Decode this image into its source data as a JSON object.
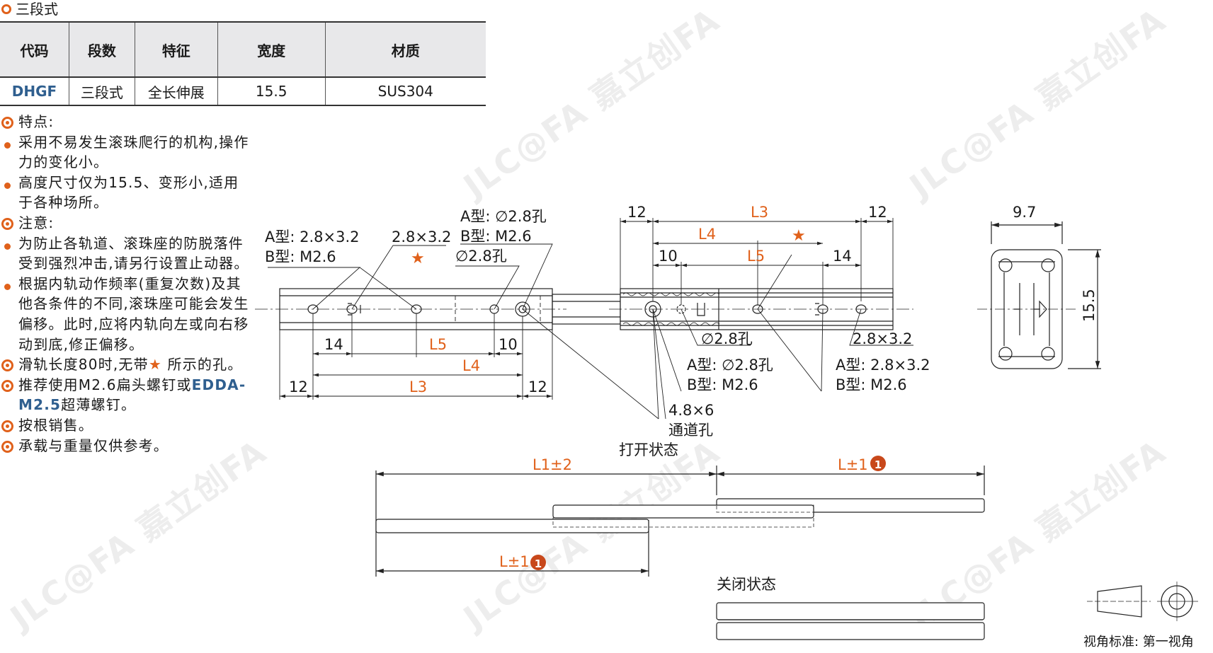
{
  "section_title": "三段式",
  "table": {
    "headers": [
      "代码",
      "段数",
      "特征",
      "宽度",
      "材质"
    ],
    "row": [
      "DHGF",
      "三段式",
      "全长伸展",
      "15.5",
      "SUS304"
    ]
  },
  "notes": {
    "features_title": "特点:",
    "features": [
      "采用不易发生滚珠爬行的机构,操作力的变化小。",
      "高度尺寸仅为15.5、变形小,适用于各种场所。"
    ],
    "caution_title": "注意:",
    "cautions": [
      "为防止各轨道、滚珠座的防脱落件受到强烈冲击,请另行设置止动器。",
      "根据内轨动作频率(重复次数)及其他各条件的不同,滚珠座可能会发生偏移。此时,应将内轨向左或向右移动到底,修正偏移。"
    ],
    "length80_a": "滑轨长度80时,无带",
    "length80_b": "所示的孔。",
    "star": "★",
    "screw_a": "推荐使用M2.6扁头螺钉或",
    "screw_b": "EDDA-M2.5",
    "screw_c": "超薄螺钉。",
    "sale": "按根销售。",
    "load": "承载与重量仅供参考。"
  },
  "drawing": {
    "left_rail_labels": {
      "ab_a": "A型: 2.8×3.2",
      "ab_b": "B型: M2.6",
      "slot": "2.8×3.2",
      "hole_a": "A型: ∅2.8孔",
      "hole_b": "B型: M2.6",
      "hole": "∅2.8孔",
      "star": "★"
    },
    "left_dims": {
      "d14": "14",
      "dL5": "L5",
      "d10": "10",
      "dL4": "L4",
      "d12a": "12",
      "dL3": "L3",
      "d12b": "12"
    },
    "right_dims": {
      "d12a": "12",
      "dL3": "L3",
      "d12b": "12",
      "dL4": "L4",
      "d10": "10",
      "dL5": "L5",
      "d14": "14",
      "star": "★"
    },
    "right_labels": {
      "hole": "∅2.8孔",
      "slot": "2.8×3.2",
      "a_hole": "A型: ∅2.8孔",
      "b_m": "B型: M2.6",
      "a_slot": "A型: 2.8×3.2",
      "b_m2": "B型: M2.6",
      "through1": "4.8×6",
      "through2": "通道孔"
    },
    "section_dims": {
      "w": "9.7",
      "h": "15.5"
    },
    "open_state": "打开状态",
    "open_dims": {
      "l1": "L1±2",
      "l_top": "L±1",
      "l_bottom": "L±1",
      "badge": "1"
    },
    "closed_state": "关闭状态",
    "projection": "视角标准: 第一视角"
  },
  "watermark": "JLC@FA 嘉立创FA"
}
